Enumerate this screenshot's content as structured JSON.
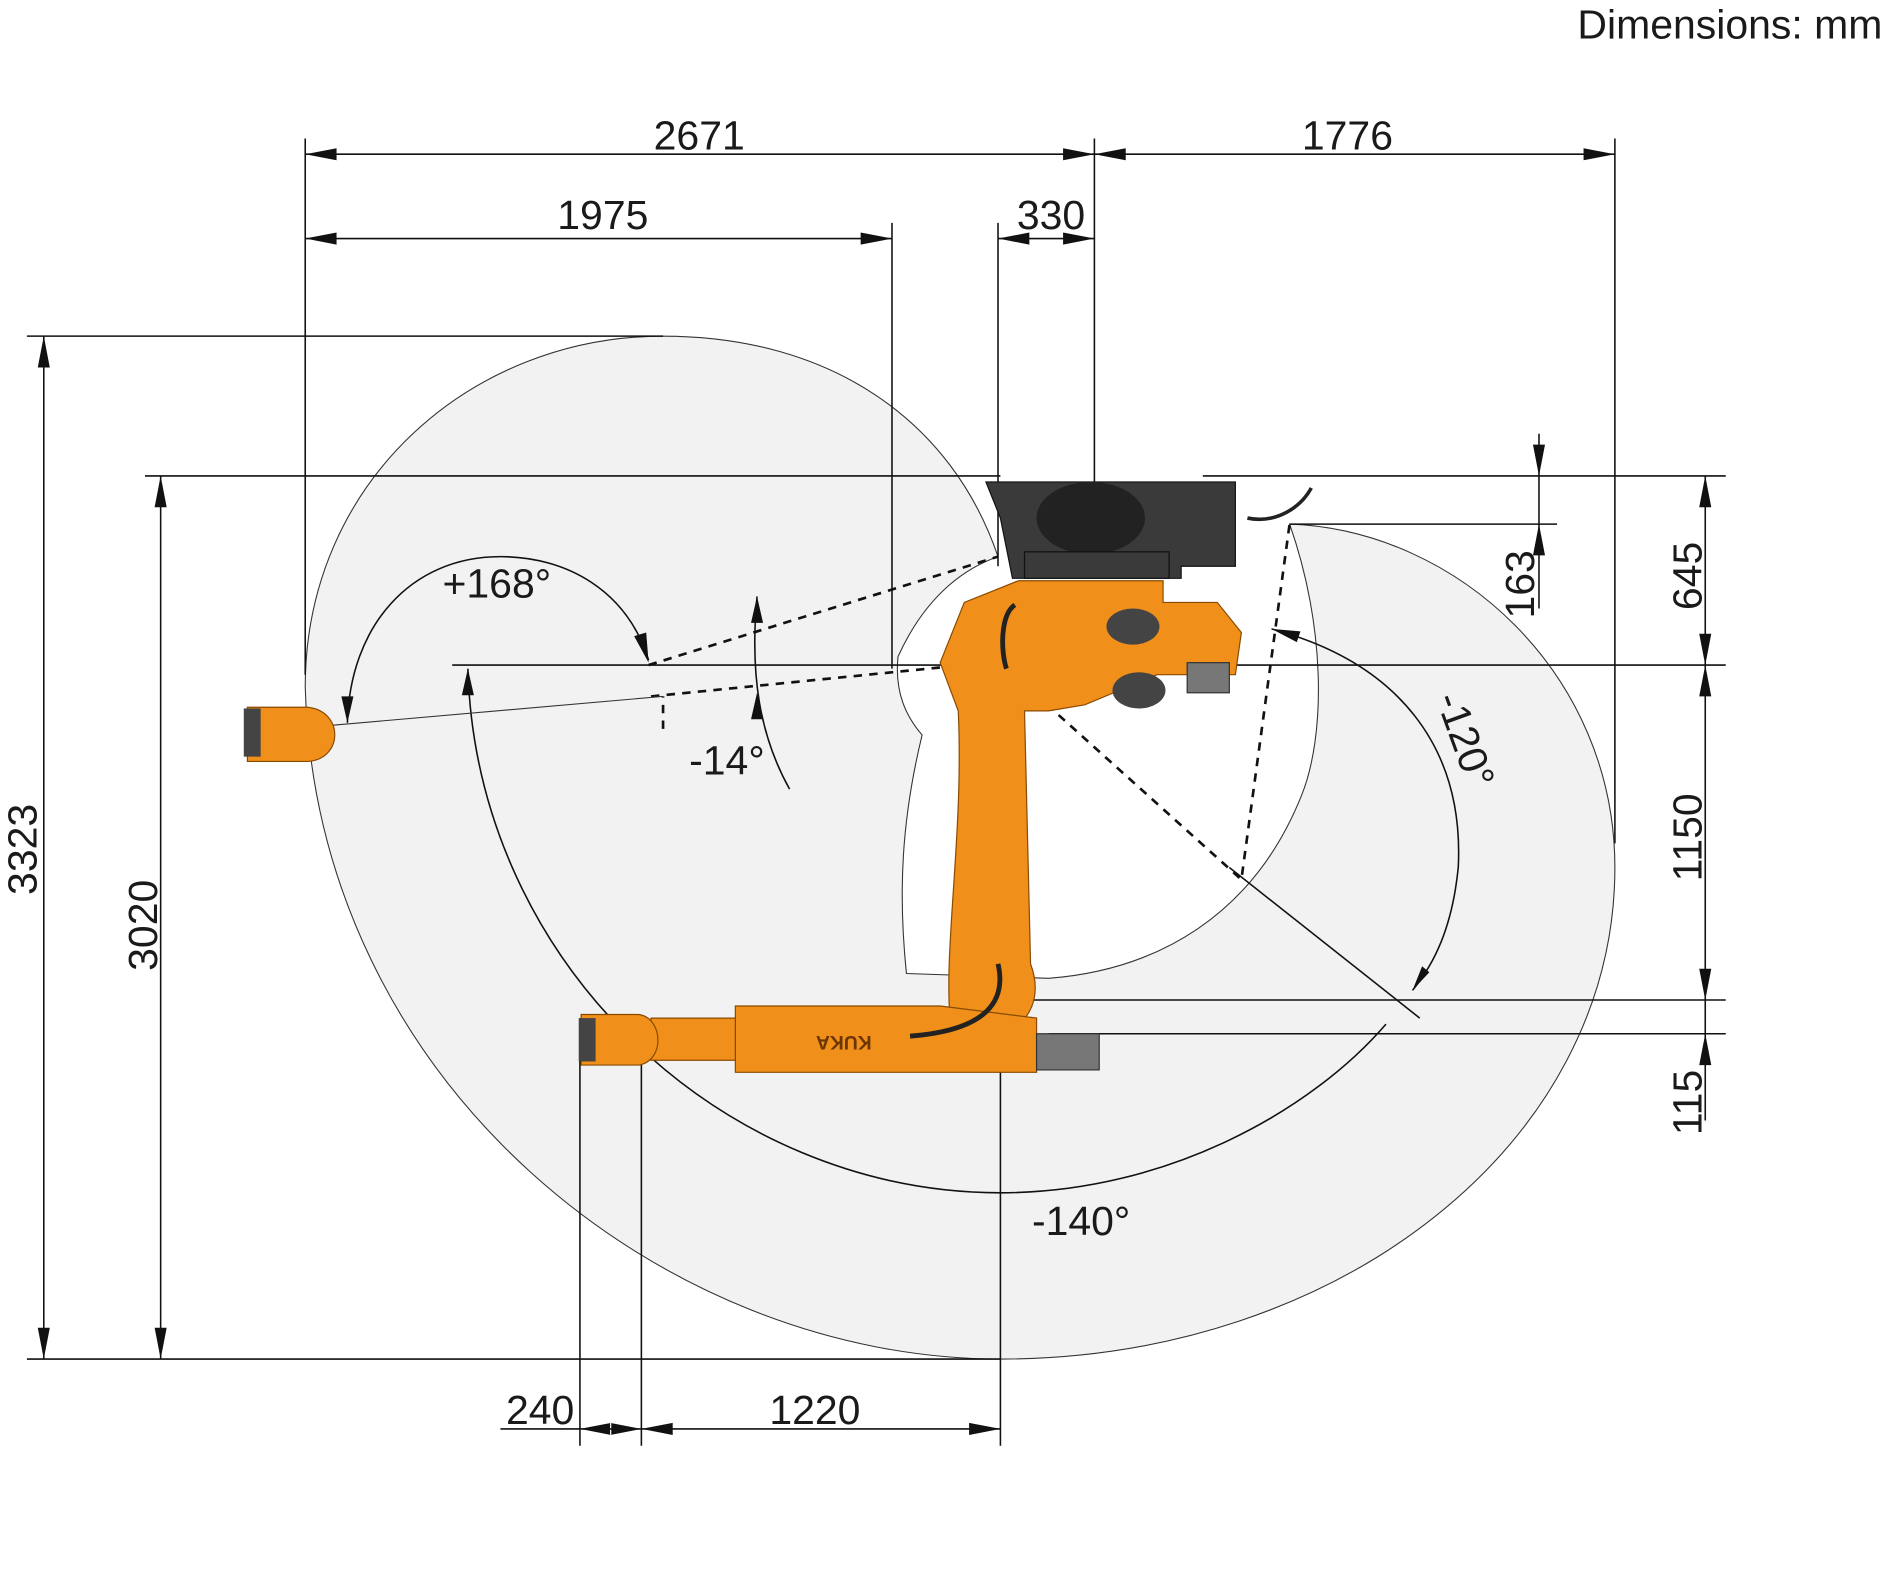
{
  "title": "Dimensions: mm",
  "dimensions": {
    "top_left_reach": "2671",
    "top_right_reach": "1776",
    "arm_reach": "1975",
    "base_offset": "330",
    "total_height": "3323",
    "height_below_mount": "3020",
    "axis_offset_163": "163",
    "mount_to_axis2": "645",
    "arm_length": "1150",
    "arm_offset": "115",
    "wrist_offset": "240",
    "forearm_length": "1220"
  },
  "angles": {
    "a1_pos": "+168°",
    "a1_neg": "-14°",
    "a2_neg": "-120°",
    "a3_neg": "-140°"
  },
  "logo": "KUKA",
  "colors": {
    "robot": "#f0901a",
    "workspace": "#f2f2f2",
    "base": "#3a3a3a"
  }
}
